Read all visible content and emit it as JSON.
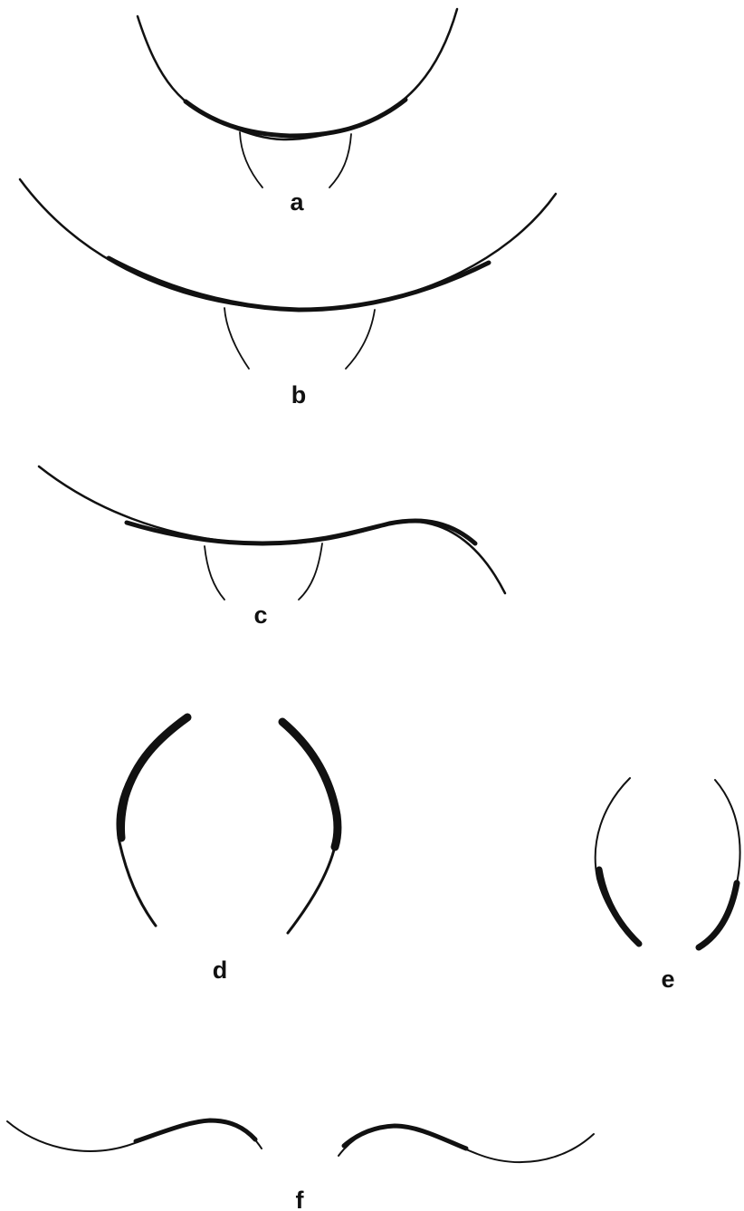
{
  "figure": {
    "panels": [
      {
        "id": "a",
        "label": "a"
      },
      {
        "id": "b",
        "label": "b"
      },
      {
        "id": "c",
        "label": "c"
      },
      {
        "id": "d",
        "label": "d"
      },
      {
        "id": "e",
        "label": "e"
      },
      {
        "id": "f",
        "label": "f"
      }
    ]
  },
  "colors": {
    "ink": "#111111",
    "background": "#ffffff"
  }
}
